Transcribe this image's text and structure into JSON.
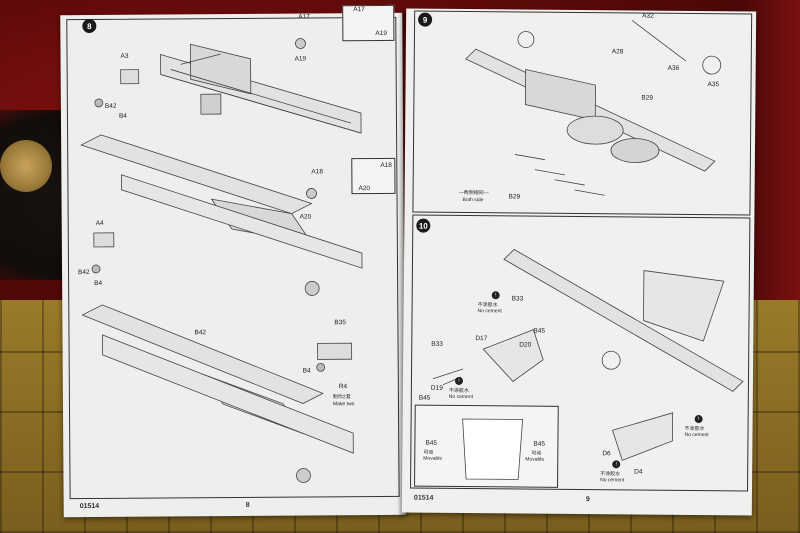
{
  "left_page": {
    "step_number": "8",
    "part_labels": {
      "a17": "A17",
      "a17_inset": "A17",
      "a19": "A19",
      "a19_inset": "A19",
      "a3": "A3",
      "b42_1": "B42",
      "b4_1": "B4",
      "a18": "A18",
      "a18_inset": "A18",
      "a20": "A20",
      "a20_inset": "A20",
      "a4": "A4",
      "b42_2": "B42",
      "b4_2": "B4",
      "b42_3": "B42",
      "b35": "B35",
      "b4_3": "B4",
      "r4": "R4",
      "make_two_cn": "制作2套",
      "make_two": "Make two"
    },
    "footer_code": "01514",
    "page_number": "8"
  },
  "right_page": {
    "step9_number": "9",
    "step10_number": "10",
    "step9_labels": {
      "a32": "A32",
      "a28": "A28",
      "a36": "A36",
      "a35": "A35",
      "b29_top": "B29",
      "both_side_cn": "—两侧相同—",
      "both_side": "Both side",
      "b29_bottom": "B29"
    },
    "step10_labels": {
      "b33_top": "B33",
      "no_cement_cn_1": "不涂胶水",
      "no_cement_1": "No cement",
      "b45_top": "B45",
      "d17": "D17",
      "d20": "D20",
      "b33_left": "B33",
      "d19": "D19",
      "b45_left": "B45",
      "no_cement_cn_2": "不涂胶水",
      "no_cement_2": "No cement",
      "b45_inset_l": "B45",
      "movable_cn_l": "可动",
      "movable_l": "Movable",
      "b45_inset_r": "B45",
      "movable_cn_r": "可动",
      "movable_r": "Movable",
      "no_cement_cn_3": "不涂胶水",
      "no_cement_3": "No cement",
      "d6": "D6",
      "no_cement_cn_4": "不涂胶水",
      "no_cement_4": "No cement",
      "d4": "D4"
    },
    "footer_code": "01514",
    "page_number": "9"
  }
}
